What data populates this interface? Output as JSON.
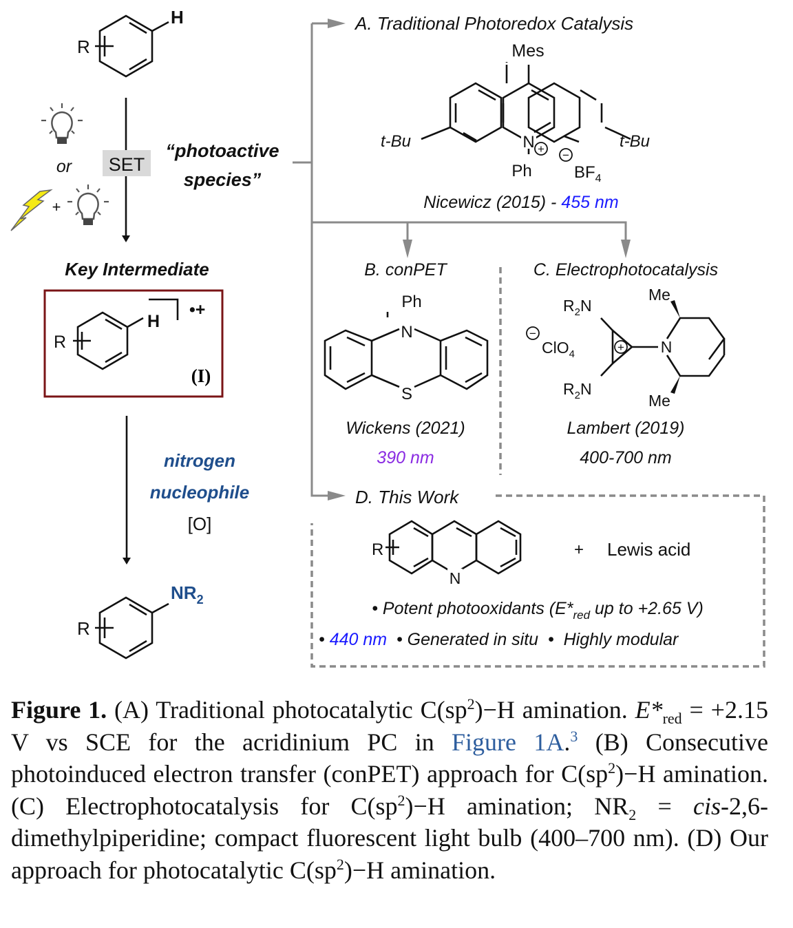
{
  "colors": {
    "arrow_gray": "#8a8a8a",
    "box_red": "#7a1416",
    "blue": "#1a1aff",
    "purple": "#8a2be2",
    "navy": "#1f4e8c",
    "set_bg": "#d9d9d9",
    "bolt": "#f5ea14"
  },
  "left": {
    "substrate": {
      "r": "R",
      "h": "H"
    },
    "light_or": "or",
    "plus": "+",
    "set_label": "SET",
    "photoactive_line1": "“photoactive",
    "photoactive_line2": "species”",
    "key_intermediate": "Key Intermediate",
    "intermediate": {
      "r": "R",
      "h": "H",
      "charge": "•+",
      "label": "(I)"
    },
    "reagent_line1": "nitrogen",
    "reagent_line2": "nucleophile",
    "reagent_line3": "[O]",
    "product": {
      "r": "R",
      "nr2": "NR",
      "nr2_sub": "2"
    }
  },
  "panels": {
    "A": {
      "title": "A. Traditional Photoredox Catalysis",
      "mes": "Mes",
      "tbu_left": "t-Bu",
      "tbu_right": "t-Bu",
      "n": "N",
      "plus": "+",
      "ph": "Ph",
      "minus": "−",
      "counterion": "BF",
      "counterion_sub": "4",
      "citation": "Nicewicz (2015) - ",
      "wavelength": "455 nm"
    },
    "B": {
      "title": "B. conPET",
      "ph": "Ph",
      "n": "N",
      "s": "S",
      "citation": "Wickens (2021)",
      "wavelength": "390 nm"
    },
    "C": {
      "title": "C. Electrophotocatalysis",
      "r2n_top": "R",
      "r2n_bottom": "R",
      "n_suffix": "N",
      "sub2": "2",
      "counterion": "ClO",
      "counterion_sub": "4",
      "minus": "−",
      "plus": "+",
      "n": "N",
      "me_top": "Me",
      "me_bottom": "Me",
      "citation": "Lambert (2019)",
      "wavelength": "400-700 nm"
    },
    "D": {
      "title": "D. This Work",
      "r": "R",
      "n": "N",
      "plus": "+",
      "lewis_acid": "Lewis acid",
      "bullet1_pre": "• Potent photooxidants (E*",
      "bullet1_sub": "red",
      "bullet1_post": " up to +2.65 V)",
      "bullet2_dot": "• ",
      "bullet2_wavelength": "440 nm",
      "bullet2_rest": "  • Generated in situ  •  Highly modular"
    }
  },
  "caption": {
    "lead": "Figure 1.",
    "p1": " (A) Traditional photocatalytic C(sp",
    "sup2": "2",
    "p2": ")−H amination. ",
    "e_star": "E*",
    "red": "red",
    "p3": " = +2.15 V vs SCE for the acridinium PC in ",
    "link": "Figure 1A",
    "p4": ".",
    "ref": "3",
    "p5": " (B) Consecutive photoinduced electron transfer (conPET) approach for C(sp",
    "p6": ")−H amination. (C) Electrophotocatalysis for C(sp",
    "p7": ")−H amination; NR",
    "sub2": "2",
    "p8": " = ",
    "cis": "cis",
    "p9": "-2,6-dimethylpiperidine; compact fluorescent light bulb (400–700 nm). (D) Our approach for photocatalytic C(sp",
    "p10": ")−H amination."
  }
}
